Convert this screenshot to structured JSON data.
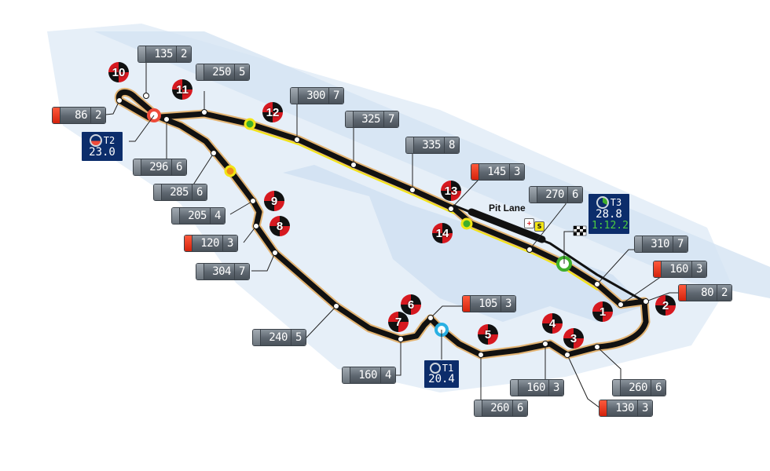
{
  "circuit": {
    "pit_lane_label": "Pit Lane",
    "pit_icons": {
      "medical": "+",
      "safety": "S"
    },
    "colors": {
      "track": "#111111",
      "track_edge": "#e3b473",
      "drs_zone": "#f2e515",
      "turn_red": "#d71920",
      "sector_bg": "#0c2d6b",
      "lap_green": "#4ccd3f",
      "background_water": "#dce8f4",
      "t1_marker": "#2ab0e3",
      "t2_marker": "#ee4a3a",
      "t3_marker": "#3fae2a"
    }
  },
  "turns": [
    {
      "n": "1"
    },
    {
      "n": "2"
    },
    {
      "n": "3"
    },
    {
      "n": "4"
    },
    {
      "n": "5"
    },
    {
      "n": "6"
    },
    {
      "n": "7"
    },
    {
      "n": "8"
    },
    {
      "n": "9"
    },
    {
      "n": "10"
    },
    {
      "n": "11"
    },
    {
      "n": "12"
    },
    {
      "n": "13"
    },
    {
      "n": "14"
    }
  ],
  "sectors": [
    {
      "label": "T1",
      "time": "20.4"
    },
    {
      "label": "T2",
      "time": "23.0"
    },
    {
      "label": "T3",
      "time": "28.8",
      "lap_time": "1:12.2"
    }
  ],
  "speed_points": [
    {
      "id": "p135",
      "speed": "135",
      "gear": "2",
      "braking": false
    },
    {
      "id": "p250",
      "speed": "250",
      "gear": "5",
      "braking": false
    },
    {
      "id": "p86",
      "speed": "86",
      "gear": "2",
      "braking": true
    },
    {
      "id": "p300",
      "speed": "300",
      "gear": "7",
      "braking": false
    },
    {
      "id": "p325",
      "speed": "325",
      "gear": "7",
      "braking": false
    },
    {
      "id": "p335",
      "speed": "335",
      "gear": "8",
      "braking": false
    },
    {
      "id": "p296",
      "speed": "296",
      "gear": "6",
      "braking": false
    },
    {
      "id": "p285",
      "speed": "285",
      "gear": "6",
      "braking": false
    },
    {
      "id": "p205",
      "speed": "205",
      "gear": "4",
      "braking": false
    },
    {
      "id": "p120",
      "speed": "120",
      "gear": "3",
      "braking": true
    },
    {
      "id": "p304",
      "speed": "304",
      "gear": "7",
      "braking": false
    },
    {
      "id": "p145",
      "speed": "145",
      "gear": "3",
      "braking": true
    },
    {
      "id": "p270",
      "speed": "270",
      "gear": "6",
      "braking": false
    },
    {
      "id": "p310",
      "speed": "310",
      "gear": "7",
      "braking": false
    },
    {
      "id": "p160a",
      "speed": "160",
      "gear": "3",
      "braking": true
    },
    {
      "id": "p80",
      "speed": "80",
      "gear": "2",
      "braking": true
    },
    {
      "id": "p105",
      "speed": "105",
      "gear": "3",
      "braking": true
    },
    {
      "id": "p240",
      "speed": "240",
      "gear": "5",
      "braking": false
    },
    {
      "id": "p160b",
      "speed": "160",
      "gear": "4",
      "braking": false
    },
    {
      "id": "p260a",
      "speed": "260",
      "gear": "6",
      "braking": false
    },
    {
      "id": "p160c",
      "speed": "160",
      "gear": "3",
      "braking": false
    },
    {
      "id": "p260b",
      "speed": "260",
      "gear": "6",
      "braking": false
    },
    {
      "id": "p130",
      "speed": "130",
      "gear": "3",
      "braking": true
    }
  ]
}
